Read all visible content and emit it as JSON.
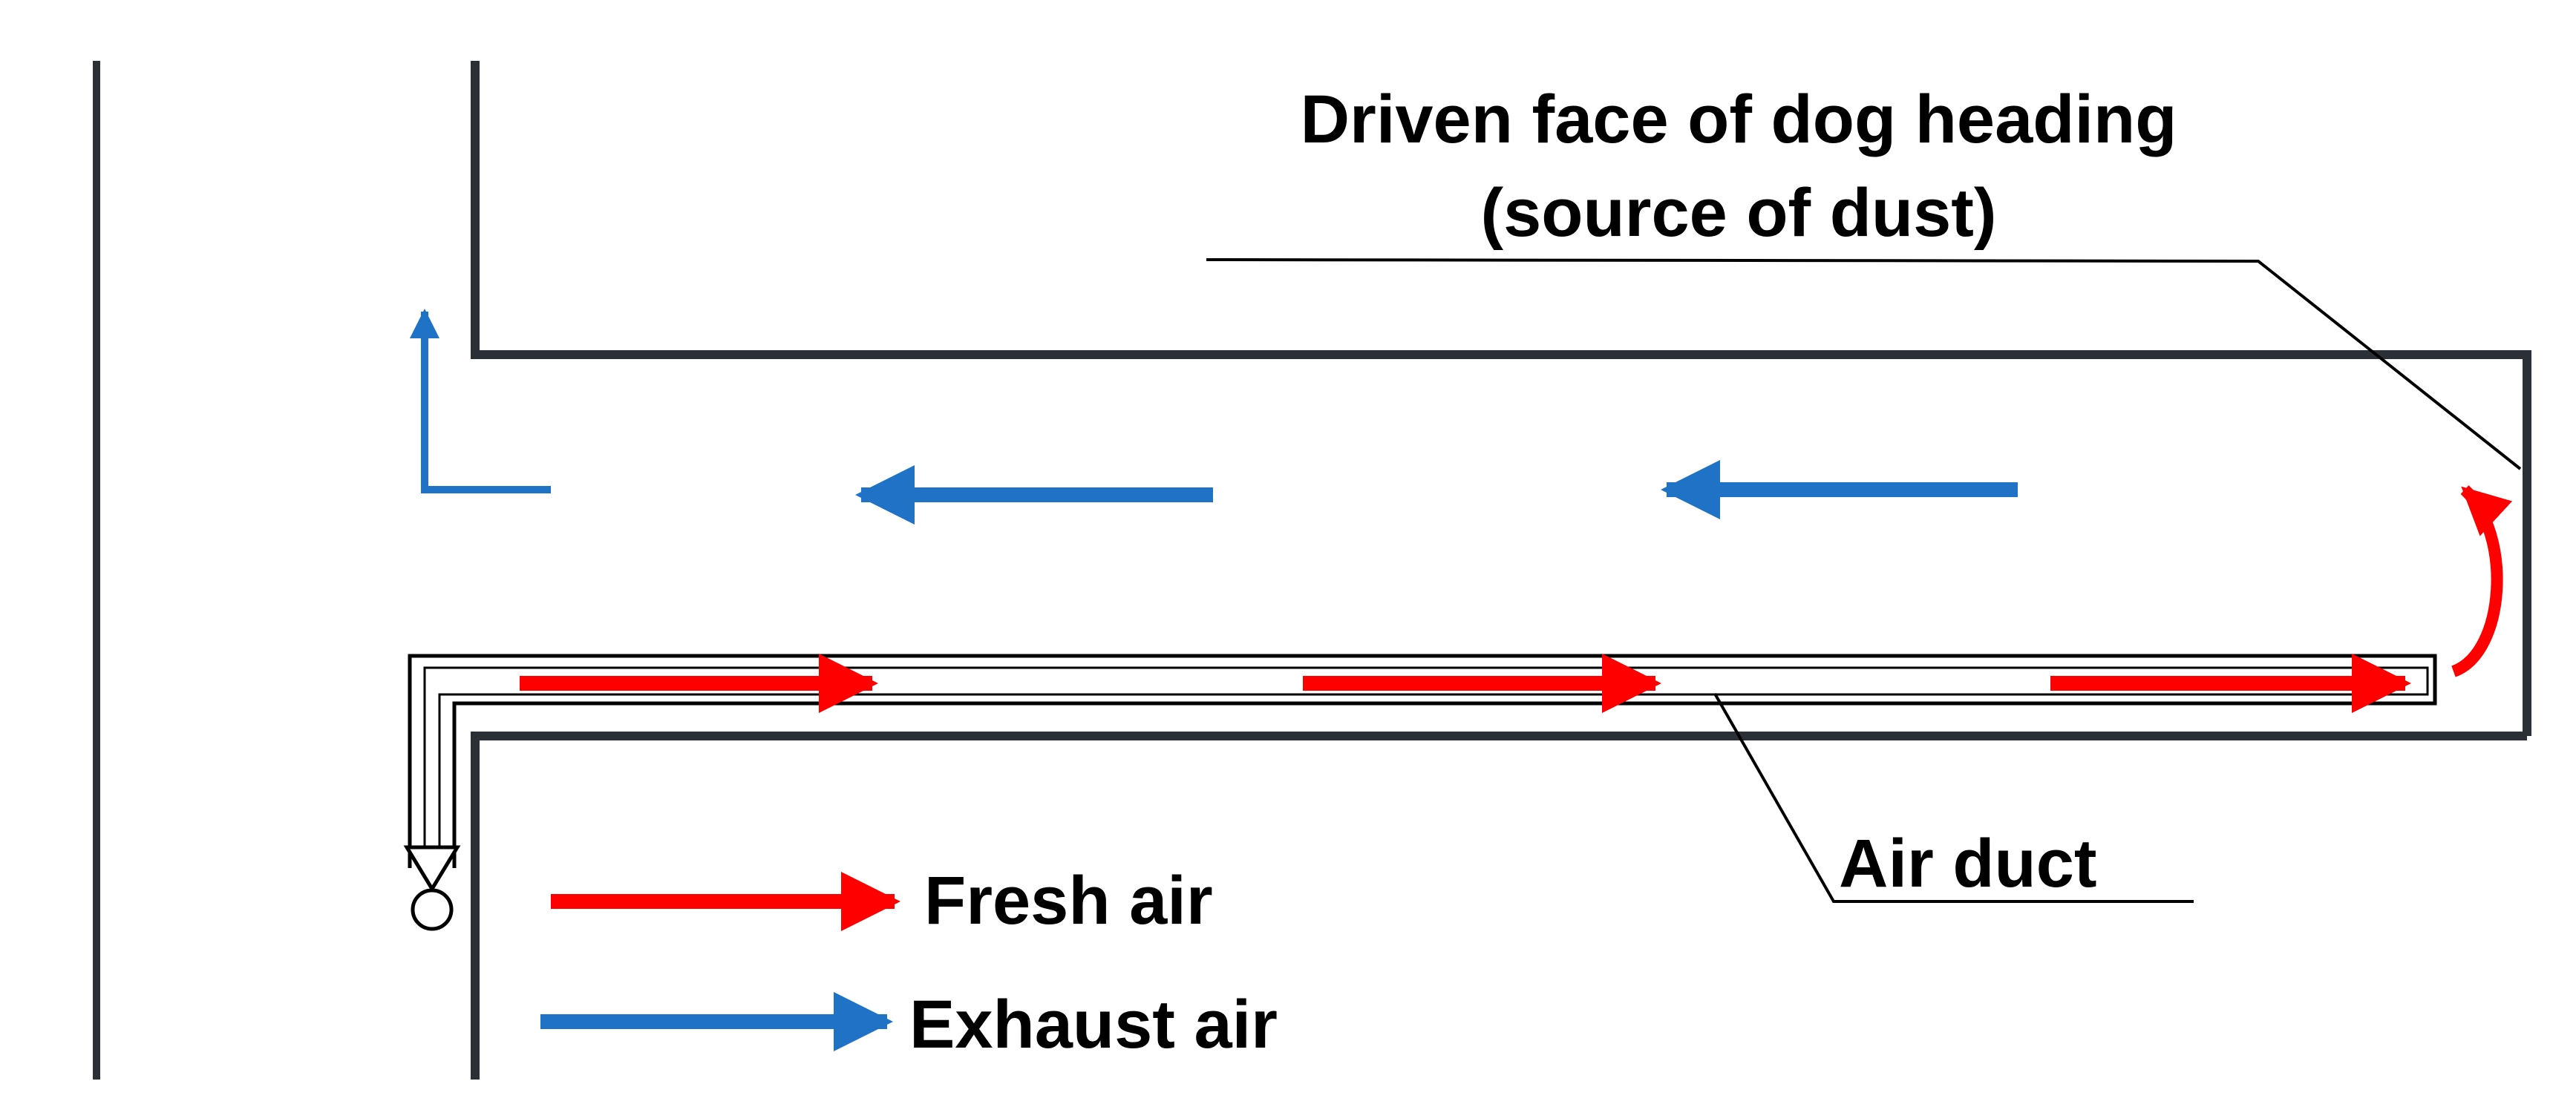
{
  "labels": {
    "face_line1": "Driven face of dog heading",
    "face_line2": "(source of dust)",
    "duct": "Air duct",
    "fresh": "Fresh air",
    "exhaust": "Exhaust air"
  },
  "colors": {
    "fresh_air": "#ff0000",
    "exhaust_air": "#1f72c6",
    "walls": "#2b2f36",
    "lines": "#000000"
  },
  "legend": [
    {
      "key": "fresh",
      "label": "Fresh air",
      "color": "#ff0000"
    },
    {
      "key": "exhaust",
      "label": "Exhaust air",
      "color": "#1f72c6"
    }
  ]
}
